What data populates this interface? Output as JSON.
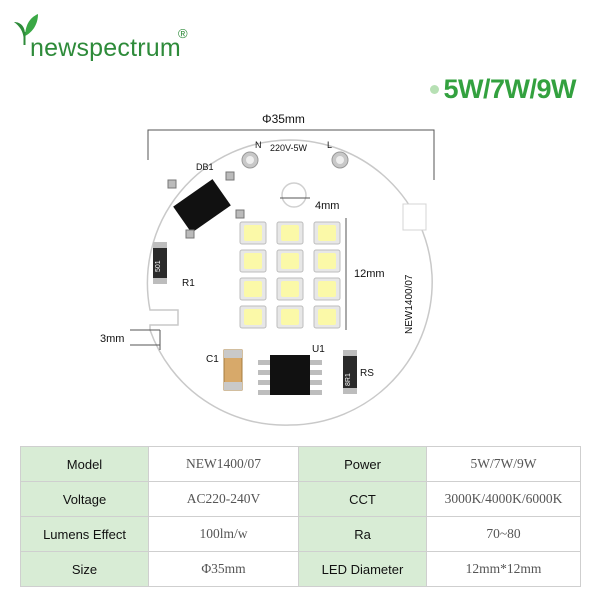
{
  "brand": {
    "name": "newspectrum",
    "registered_mark": "®",
    "logo_color": "#2e8b3a",
    "icon": "leaf-sprout-icon"
  },
  "power_tag": {
    "text": "5W/7W/9W",
    "color": "#33a13f"
  },
  "board": {
    "diameter_label": "Φ35mm",
    "hole_label": "4mm",
    "led_area_label": "12mm",
    "notch_label": "3mm",
    "silkscreen": {
      "neutral": "N",
      "line": "L",
      "voltage": "220V-5W",
      "bridge": "DB1",
      "resistor1": "R1",
      "resistor1_code": "501",
      "capacitor": "C1",
      "driver": "U1",
      "sense_resistor": "RS",
      "sense_resistor_code": "8R1",
      "model_vertical": "NEW1400/07"
    },
    "led_grid": {
      "rows": 4,
      "cols": 3,
      "count": 12
    }
  },
  "specs": [
    {
      "key1": "Model",
      "val1": "NEW1400/07",
      "key2": "Power",
      "val2": "5W/7W/9W"
    },
    {
      "key1": "Voltage",
      "val1": "AC220-240V",
      "key2": "CCT",
      "val2": "3000K/4000K/6000K"
    },
    {
      "key1": "Lumens Effect",
      "val1": "100lm/w",
      "key2": "Ra",
      "val2": "70~80"
    },
    {
      "key1": "Size",
      "val1": "Φ35mm",
      "key2": "LED Diameter",
      "val2": "12mm*12mm"
    }
  ],
  "colors": {
    "table_key_bg": "#d8ecd5",
    "table_border": "#cfcfcf"
  }
}
